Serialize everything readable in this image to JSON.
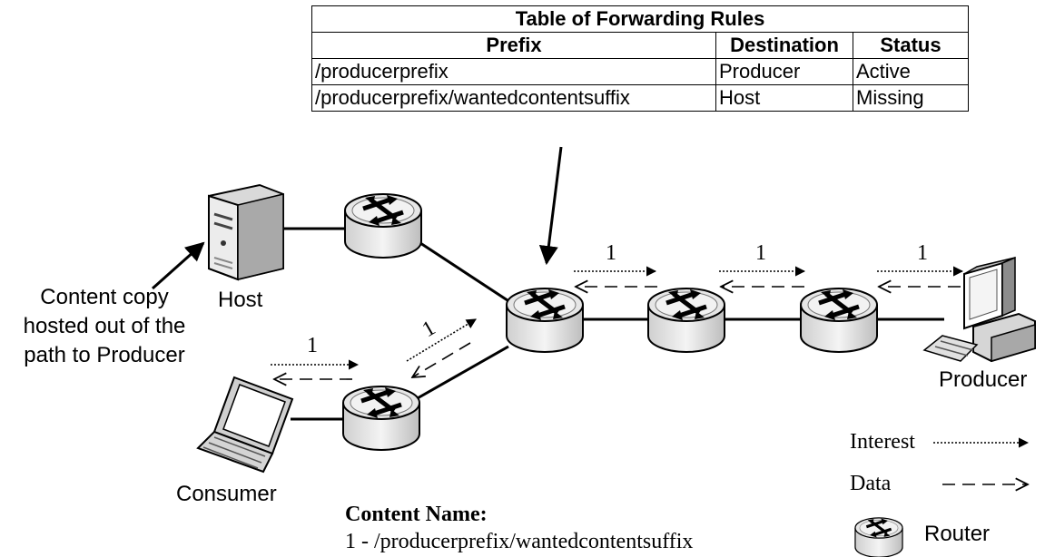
{
  "forwarding_table": {
    "title": "Table of Forwarding Rules",
    "headers": [
      "Prefix",
      "Destination",
      "Status"
    ],
    "rows": [
      [
        "/producerprefix",
        "Producer",
        "Active"
      ],
      [
        "/producerprefix/wantedcontentsuffix",
        "Host",
        "Missing"
      ]
    ]
  },
  "nodes": {
    "host_label": "Host",
    "consumer_label": "Consumer",
    "producer_label": "Producer"
  },
  "annotation": {
    "lines": [
      "Content copy",
      "hosted out of the",
      "path to Producer"
    ]
  },
  "flow_labels": [
    "1",
    "1",
    "1",
    "1",
    "1"
  ],
  "content_name": {
    "title": "Content Name:",
    "entry": "1 - /producerprefix/wantedcontentsuffix"
  },
  "legend": {
    "interest": "Interest",
    "data": "Data",
    "router": "Router"
  }
}
